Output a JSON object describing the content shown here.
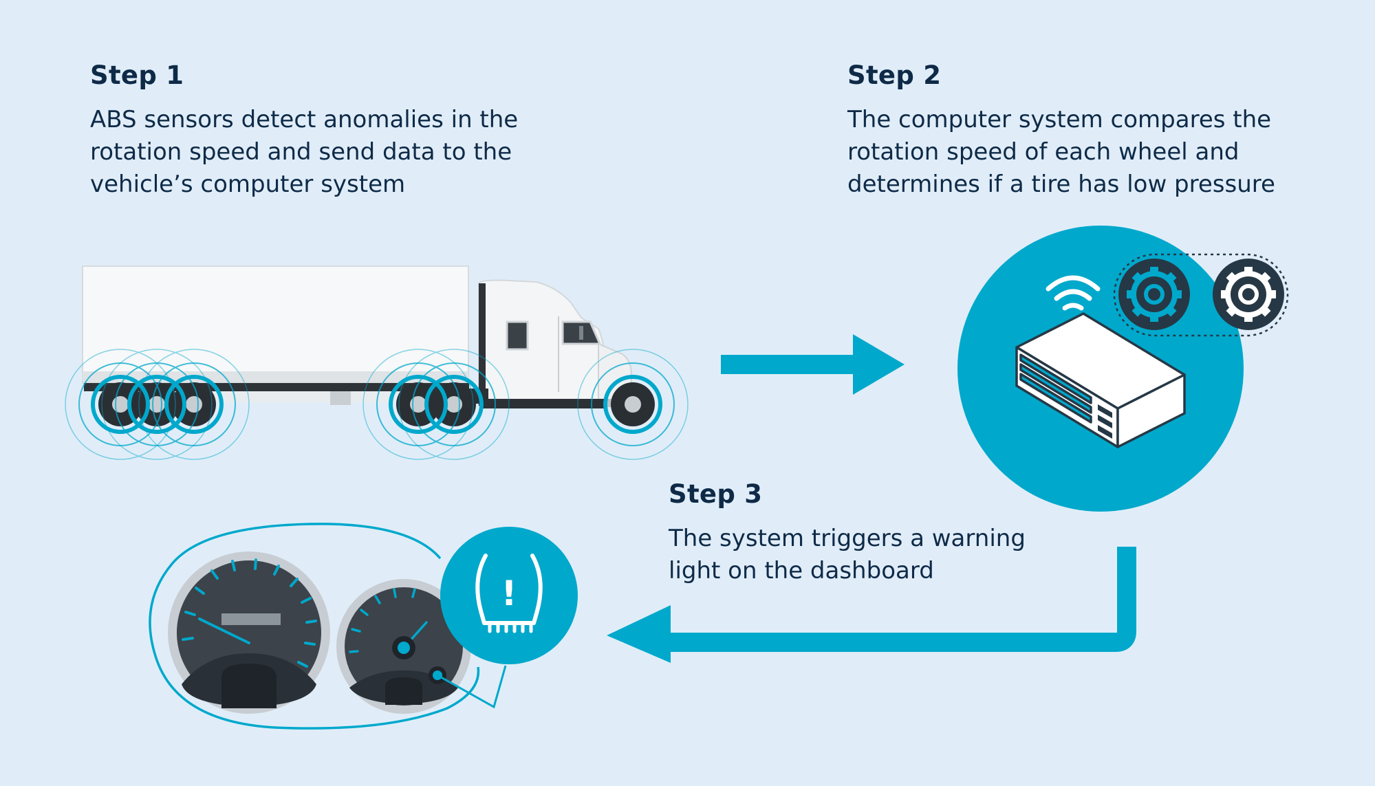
{
  "steps": [
    {
      "title": "Step 1",
      "lines": [
        "ABS sensors detect anomalies in the",
        "rotation speed and send data to the",
        "vehicle’s computer system"
      ]
    },
    {
      "title": "Step 2",
      "lines": [
        "The computer system compares the",
        "rotation speed of each wheel and",
        "determines if a tire has low pressure"
      ]
    },
    {
      "title": "Step 3",
      "lines": [
        "The system triggers a warning",
        "light on the dashboard"
      ]
    }
  ],
  "warning_symbol": "!",
  "icons": {
    "truck": "semi-truck-illustration",
    "sensor_waves": "abs-sensor-wave-icon",
    "computer": "computer-unit-icon",
    "wifi": "wifi-signal-icon",
    "wheel": "wheel-gear-icon",
    "dashboard": "dashboard-gauges-illustration",
    "tpms": "tire-pressure-warning-icon",
    "arrow": "flow-arrow-icon"
  },
  "colors": {
    "background": "#e0edf8",
    "accent": "#00a8cc",
    "text": "#0e2a47",
    "dark": "#263845"
  }
}
